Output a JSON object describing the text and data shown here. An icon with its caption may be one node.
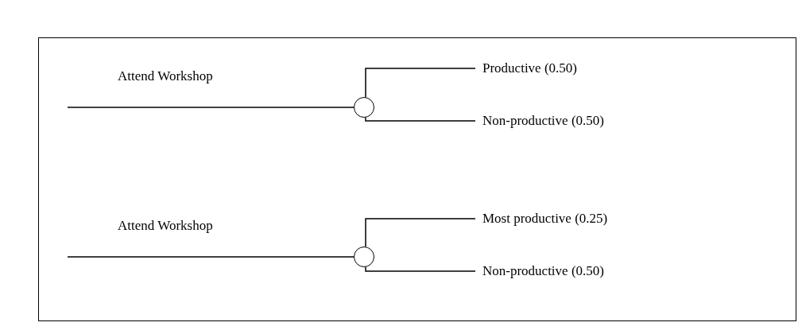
{
  "diagram": {
    "nodes": [
      {
        "text": [],
        "shape": "circle"
      },
      {
        "text": [
          "Productive (0.50)"
        ]
      },
      {
        "text": [
          "Non-productive (0.50)"
        ]
      },
      {
        "text": [],
        "shape": "circle"
      },
      {
        "text": [
          "Most productive (0.25)"
        ]
      },
      {
        "text": [
          "Non-productive (0.50)"
        ]
      }
    ],
    "edges": [
      {
        "from": null,
        "to": 0,
        "arrow": "none",
        "label": "Attend Workshop"
      },
      {
        "from": 0,
        "to": 1,
        "arrow": "none"
      },
      {
        "from": 0,
        "to": 2,
        "arrow": "none"
      },
      {
        "from": null,
        "to": 3,
        "arrow": "none",
        "label": "Attend Workshop"
      },
      {
        "from": 3,
        "to": 4,
        "arrow": "none"
      },
      {
        "from": 3,
        "to": 5,
        "arrow": "none"
      }
    ]
  }
}
